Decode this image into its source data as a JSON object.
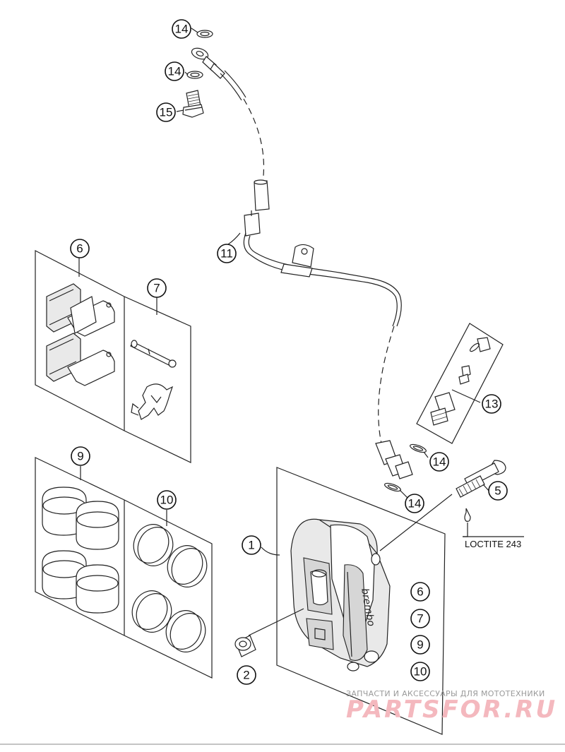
{
  "callouts": {
    "c14a": "14",
    "c14b": "14",
    "c15": "15",
    "c11": "11",
    "c6": "6",
    "c7": "7",
    "c13": "13",
    "c14c": "14",
    "c5": "5",
    "c14d": "14",
    "c9": "9",
    "c10": "10",
    "c1": "1",
    "c2": "2",
    "s6": "6",
    "s7": "7",
    "s9": "9",
    "s10": "10"
  },
  "labels": {
    "loctite": "LOCTITE 243"
  },
  "watermark": {
    "top": "ЗАПЧАСТИ И АКСЕССУАРЫ ДЛЯ МОТОТЕХНИКИ",
    "main": "PARTSFOR.RU"
  },
  "colors": {
    "ink": "#222222",
    "watermark_pink": "#f4b8be",
    "watermark_gray": "#9a9a9a"
  }
}
